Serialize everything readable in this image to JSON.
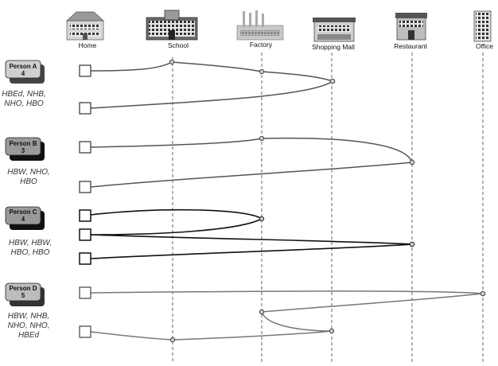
{
  "locations": [
    {
      "key": "home",
      "label": "Home",
      "icon": "house-icon"
    },
    {
      "key": "school",
      "label": "School",
      "icon": "school-building-icon"
    },
    {
      "key": "factory",
      "label": "Factory",
      "icon": "factory-icon"
    },
    {
      "key": "mall",
      "label": "Shopping Mall",
      "icon": "shopping-mall-icon"
    },
    {
      "key": "restaurant",
      "label": "Restaurant",
      "icon": "restaurant-icon"
    },
    {
      "key": "office",
      "label": "Office",
      "icon": "office-tower-icon"
    }
  ],
  "persons": [
    {
      "name": "Person A",
      "count": "4",
      "trips": [
        "HBEd, NHB,",
        "NHO, HBO"
      ],
      "badge_color": "#cfcfcf",
      "line_color": "#555555"
    },
    {
      "name": "Person B",
      "count": "3",
      "trips": [
        "HBW, NHO,",
        "HBO"
      ],
      "badge_color": "#9a9a9a",
      "line_color": "#555555"
    },
    {
      "name": "Person C",
      "count": "4",
      "trips": [
        "HBW, HBW,",
        "HBO, HBO"
      ],
      "badge_color": "#9a9a9a",
      "line_color": "#111111"
    },
    {
      "name": "Person D",
      "count": "5",
      "trips": [
        "HBW, NHB,",
        "NHO, NHO,",
        "HBEd"
      ],
      "badge_color": "#bdbdbd",
      "line_color": "#777777"
    }
  ]
}
